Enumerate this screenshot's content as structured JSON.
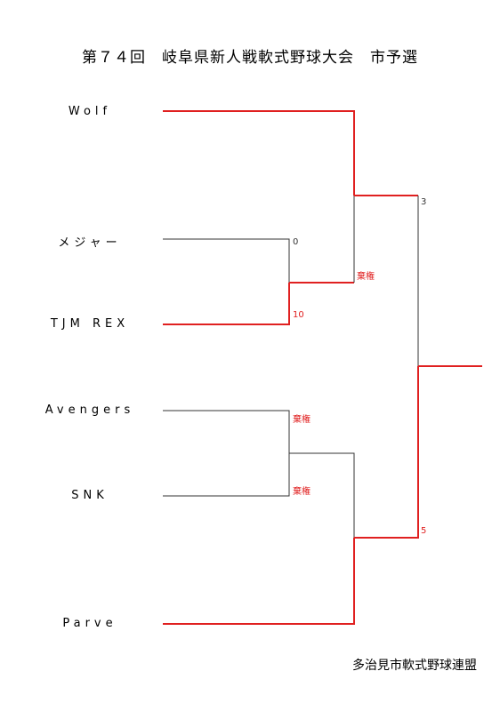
{
  "title": "第７４回　岐阜県新人戦軟式野球大会　市予選",
  "teams": [
    "Wolf",
    "メジャー",
    "TJM REX",
    "Avengers",
    "SNK",
    "Parve"
  ],
  "scores": {
    "r1_top_loser": "0",
    "r1_top_winner": "10",
    "r1_bot_a": "棄権",
    "r1_bot_b": "棄権",
    "sf_top_forfeit": "棄権",
    "final_top": "3",
    "final_bot": "5"
  },
  "organizer": "多治見市軟式野球連盟",
  "colors": {
    "winner_line": "#e02020",
    "loser_line": "#333333"
  }
}
